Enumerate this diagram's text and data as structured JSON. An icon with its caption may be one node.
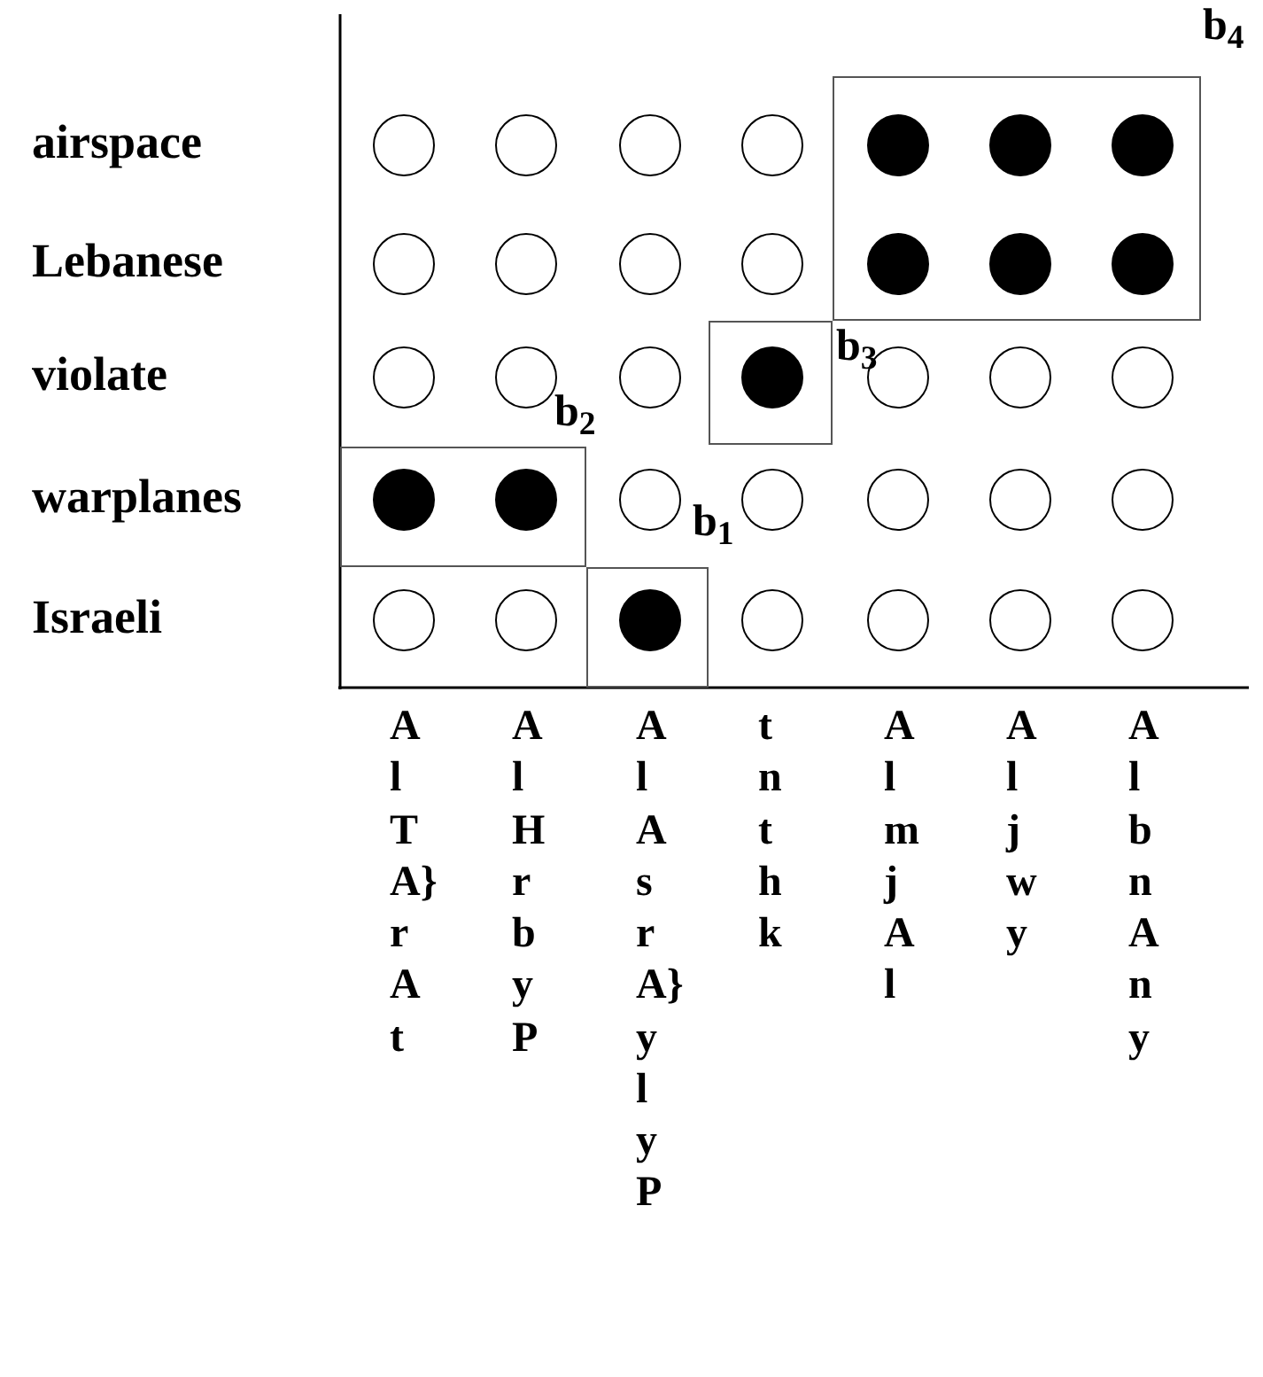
{
  "diagram": {
    "nodes": [
      {
        "text": [
          "b$_{4}$"
        ]
      },
      {
        "text": [
          "b$_{3}$"
        ]
      },
      {
        "text": [
          "b$_{2}$"
        ]
      },
      {
        "text": [
          "b$_{1}$"
        ]
      }
    ],
    "labels": [
      "airspace",
      "Lebanese",
      "violate",
      "warplanes",
      "Israeli",
      "AlTA}rAt",
      "AlHrbyP",
      "AlAsrA}ylyP",
      "tnthk",
      "AlmjAl",
      "Aljwy",
      "AlbnAny"
    ]
  }
}
